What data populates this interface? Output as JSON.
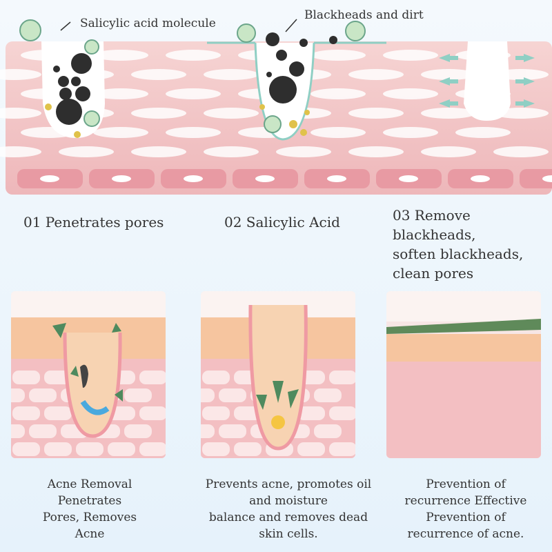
{
  "top_labels": {
    "molecule": "Salicylic acid molecule",
    "blackheads": "Blackheads and dirt"
  },
  "steps": [
    {
      "title": "01 Penetrates pores"
    },
    {
      "title": "02 Salicylic Acid"
    },
    {
      "title_lines": [
        "03 Remove blackheads,",
        "soften blackheads,",
        "clean pores"
      ]
    }
  ],
  "descriptions": [
    {
      "lines": [
        "Acne Removal",
        "Penetrates",
        "Pores, Removes",
        "Acne"
      ]
    },
    {
      "lines": [
        "Prevents acne, promotes oil",
        "and moisture",
        "balance and removes dead",
        "skin cells."
      ]
    },
    {
      "lines": [
        "Prevention of",
        "recurrence Effective",
        "Prevention of",
        "recurrence of acne."
      ]
    }
  ],
  "colors": {
    "skin_pink": "#f3c9cb",
    "cell_white": "#ffffff",
    "epidermis_orange": "#f6c59f",
    "accent_green": "#4f8a5e",
    "teal_arrow": "#8fcfc4"
  }
}
